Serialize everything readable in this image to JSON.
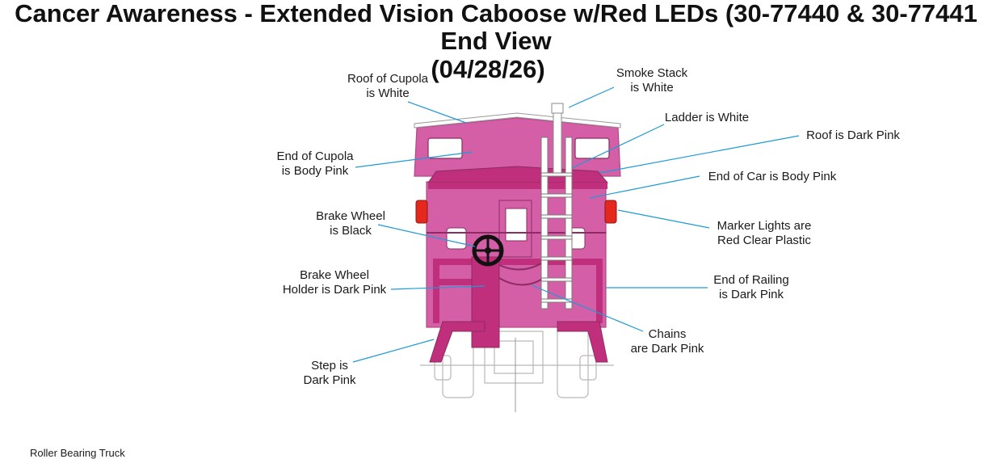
{
  "header": {
    "title_line1": "Cancer Awareness - Extended Vision Caboose w/Red LEDs (30-77440 & 30-77441",
    "title_line2": "End View",
    "title_line3": "(04/28/26)"
  },
  "callouts": {
    "roof_cupola": [
      "Roof of Cupola",
      "is White"
    ],
    "smoke_stack": [
      "Smoke Stack",
      "is White"
    ],
    "ladder": [
      "Ladder is White"
    ],
    "roof": [
      "Roof is Dark Pink"
    ],
    "end_cupola": [
      "End of Cupola",
      "is Body Pink"
    ],
    "end_car": [
      "End of Car is Body Pink"
    ],
    "brake_wheel": [
      "Brake Wheel",
      "is Black"
    ],
    "marker_lights": [
      "Marker Lights are",
      "Red Clear Plastic"
    ],
    "brake_holder": [
      "Brake Wheel",
      "Holder is Dark Pink"
    ],
    "end_railing": [
      "End of Railing",
      "is Dark Pink"
    ],
    "chains": [
      "Chains",
      "are Dark Pink"
    ],
    "step": [
      "Step is",
      "Dark Pink"
    ]
  },
  "footer": {
    "truck_label": "Roller Bearing Truck"
  },
  "colors": {
    "body_pink": "#d45fa6",
    "dark_pink": "#bf2f7c",
    "white": "#ffffff",
    "black": "#111111",
    "red": "#e5281e",
    "leader": "#1f9ad6"
  }
}
